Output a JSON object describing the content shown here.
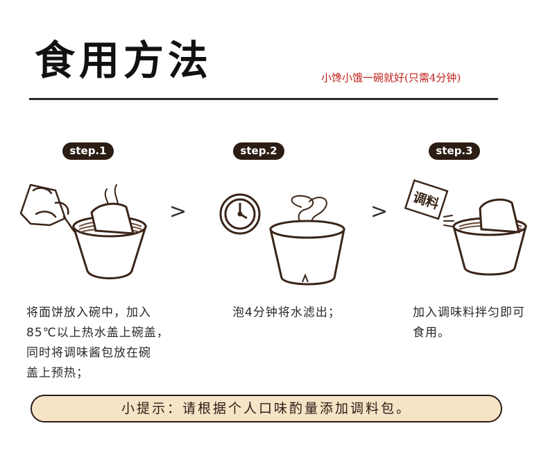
{
  "header": {
    "title": "食用方法",
    "subtitle": "小馋小饿一碗就好(只需4分钟)"
  },
  "steps": [
    {
      "badge": "step.1",
      "lines": [
        "将面饼放入碗中，加入",
        "85℃以上热水盖上碗盖，",
        "同时将调味酱包放在碗",
        "盖上预热；"
      ]
    },
    {
      "badge": "step.2",
      "lines": [
        "泡4分钟将水滤出；"
      ]
    },
    {
      "badge": "step.3",
      "packet_label": "调料",
      "lines": [
        "加入调味料拌匀即可",
        "食用。"
      ]
    }
  ],
  "arrows": [
    ">",
    ">"
  ],
  "tip": {
    "text": "小提示：请根据个人口味酌量添加调料包。"
  },
  "colors": {
    "title": "#111111",
    "subtitle": "#c0201a",
    "badge_bg": "#2b1c14",
    "tip_bg": "#f7e3c6",
    "line_art": "#3a2418"
  },
  "icons": [
    "kettle-icon",
    "noodle-bowl-icon",
    "clock-icon",
    "steaming-bowl-icon",
    "seasoning-packet-icon",
    "mixed-bowl-icon"
  ]
}
